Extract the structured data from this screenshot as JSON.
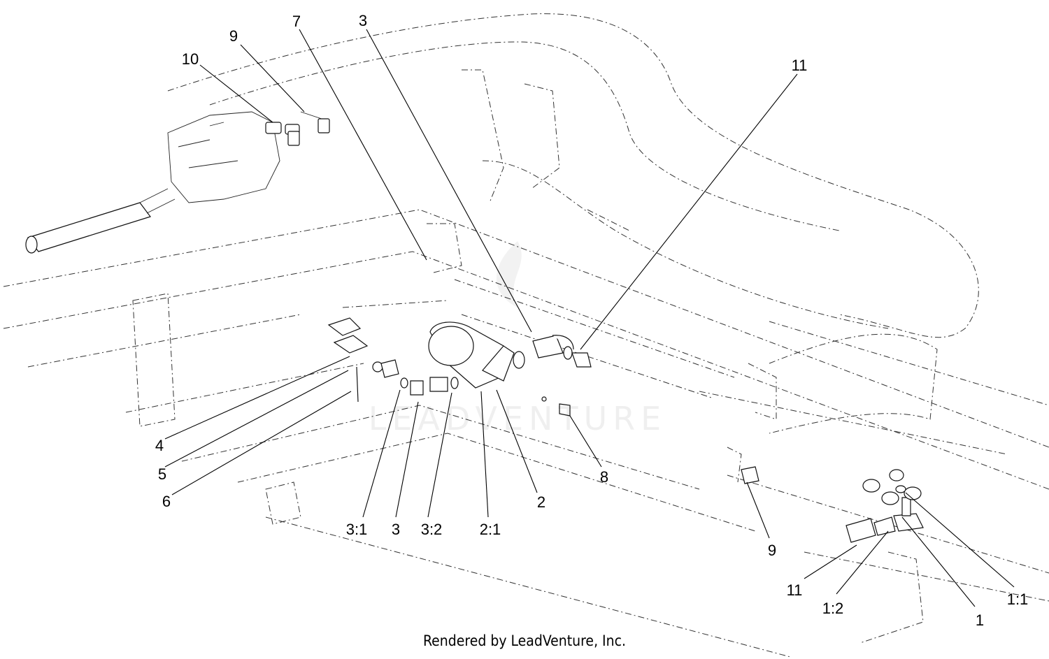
{
  "footer": {
    "credit": "Rendered by LeadVenture, Inc."
  },
  "watermark": {
    "text": "LEADVENTURE"
  },
  "callouts": [
    {
      "id": "c-10",
      "label": "10"
    },
    {
      "id": "c-9a",
      "label": "9"
    },
    {
      "id": "c-7",
      "label": "7"
    },
    {
      "id": "c-3a",
      "label": "3"
    },
    {
      "id": "c-11a",
      "label": "11"
    },
    {
      "id": "c-4",
      "label": "4"
    },
    {
      "id": "c-5",
      "label": "5"
    },
    {
      "id": "c-6",
      "label": "6"
    },
    {
      "id": "c-3-1",
      "label": "3:1"
    },
    {
      "id": "c-3b",
      "label": "3"
    },
    {
      "id": "c-3-2",
      "label": "3:2"
    },
    {
      "id": "c-2-1",
      "label": "2:1"
    },
    {
      "id": "c-2",
      "label": "2"
    },
    {
      "id": "c-8",
      "label": "8"
    },
    {
      "id": "c-9b",
      "label": "9"
    },
    {
      "id": "c-11b",
      "label": "11"
    },
    {
      "id": "c-1-2",
      "label": "1:2"
    },
    {
      "id": "c-1",
      "label": "1"
    },
    {
      "id": "c-1-1",
      "label": "1:1"
    }
  ]
}
